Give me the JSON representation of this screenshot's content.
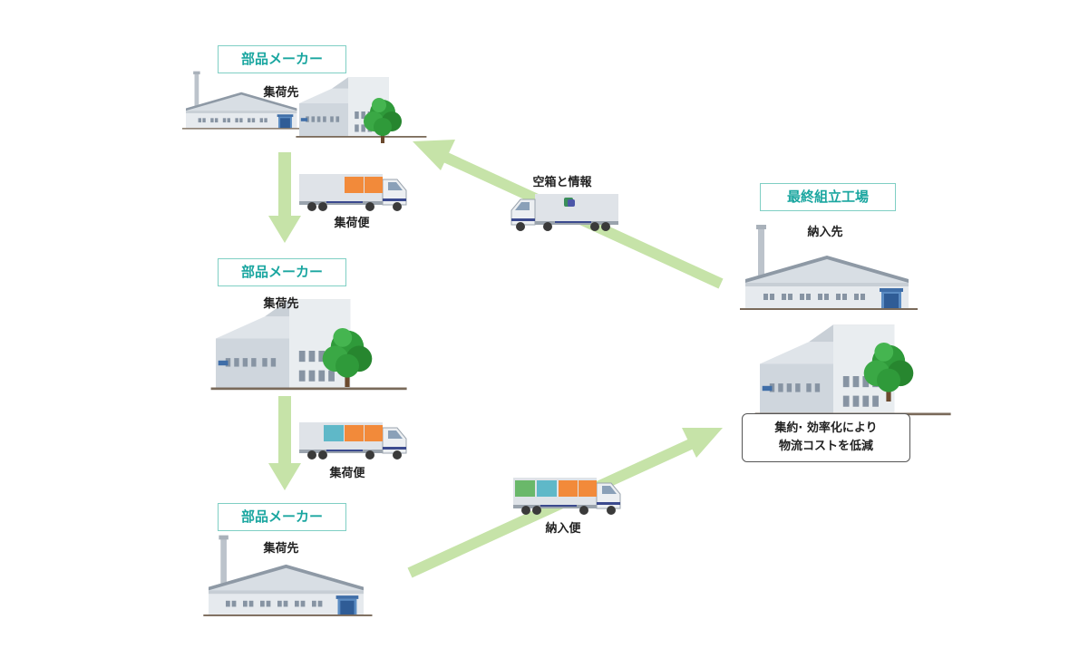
{
  "labels": {
    "supplier_tag": "部品メーカー",
    "pickup_caption": "集荷先",
    "pickup_truck_caption": "集荷便",
    "return_caption": "空箱と情報",
    "delivery_truck_caption": "納入便",
    "factory_tag": "最終組立工場",
    "delivery_dest_caption": "納入先",
    "benefit_line1": "集約· 効率化により",
    "benefit_line2": "物流コストを低減"
  },
  "colors": {
    "flow_arrow": "#c6e3a8",
    "tag_border": "#7fcfc4",
    "tag_text": "#1aa6a0",
    "cargo_orange": "#f28a3a",
    "cargo_teal": "#5fb8c8",
    "cargo_green": "#6ab86a"
  },
  "icons": [
    "factory-icon",
    "warehouse-icon",
    "tree-icon",
    "truck-icon",
    "arrow-icon"
  ]
}
